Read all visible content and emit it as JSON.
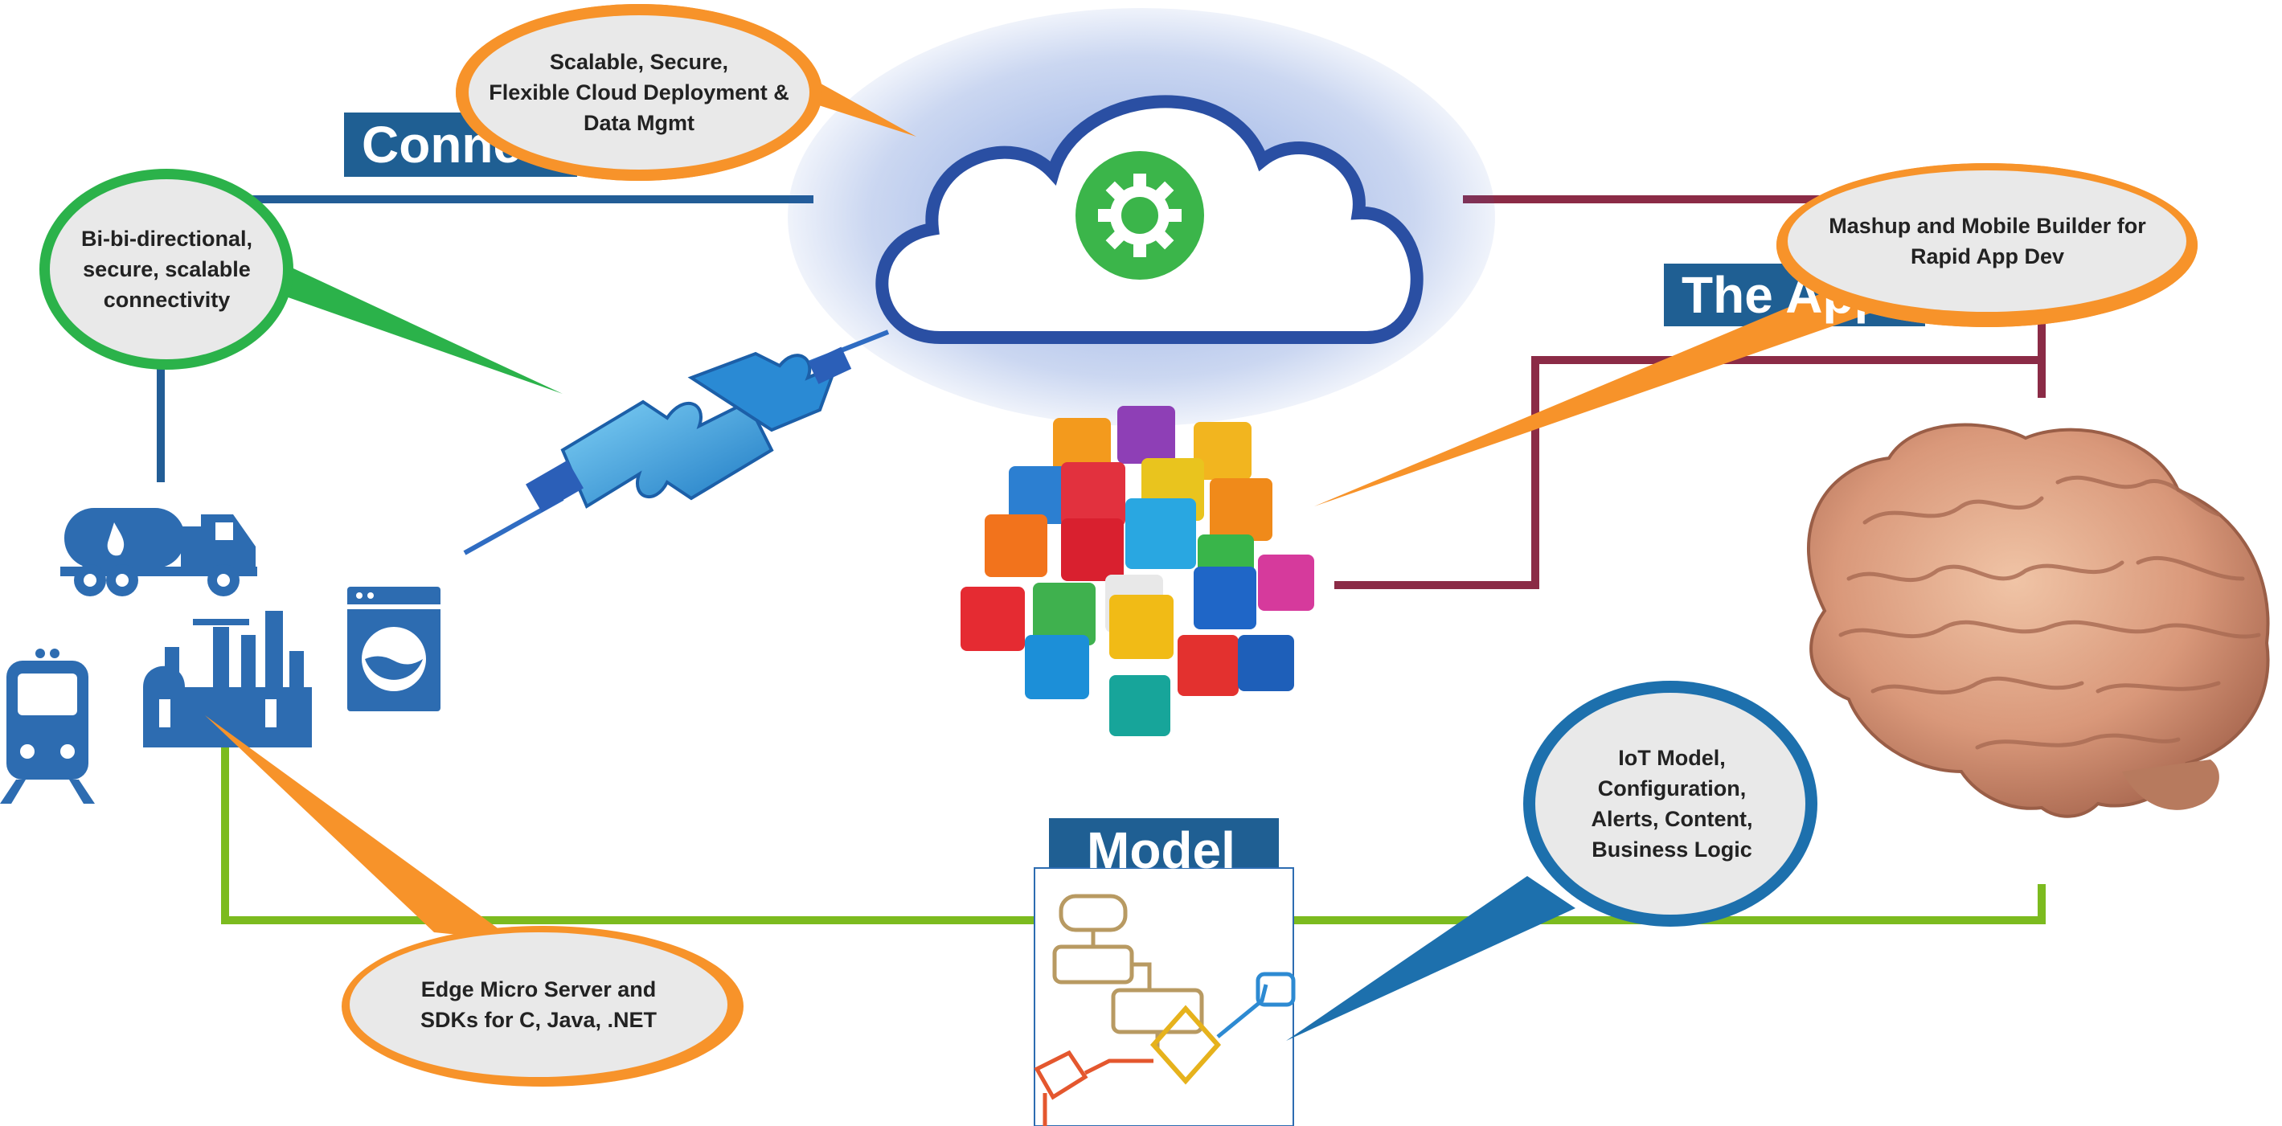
{
  "colors": {
    "connect_blue": "#225d96",
    "app_maroon": "#8b2b46",
    "model_green": "#7cbb1f",
    "label_bg": "#1f5f93",
    "bubble_fill": "#e9e9e9",
    "orange": "#f7932a",
    "green": "#2bb24a",
    "blue": "#1d70ad",
    "icon_blue": "#2d6cb1"
  },
  "labels": {
    "connect": "Connect",
    "the_app": "The App",
    "model": "Model"
  },
  "callouts": {
    "cloud": "Scalable, Secure,\nFlexible Cloud Deployment &\nData Mgmt",
    "connectivity": "Bi-bi-directional,\nsecure, scalable\nconnectivity",
    "mashup": "Mashup and Mobile Builder for\nRapid App Dev",
    "edge": "Edge Micro Server and\nSDKs for C, Java, .NET",
    "iot_model": "IoT Model,\nConfiguration,\nAlerts, Content,\nBusiness Logic"
  },
  "icons": {
    "cloud": "cloud-gear-icon",
    "puzzle": "puzzle-connector-icon",
    "app_cubes": "app-cubes-icon",
    "brain": "brain-icon",
    "truck": "tanker-truck-icon",
    "train": "train-icon",
    "factory": "factory-icon",
    "washer": "washing-machine-icon",
    "flowchart": "flowchart-icon"
  }
}
